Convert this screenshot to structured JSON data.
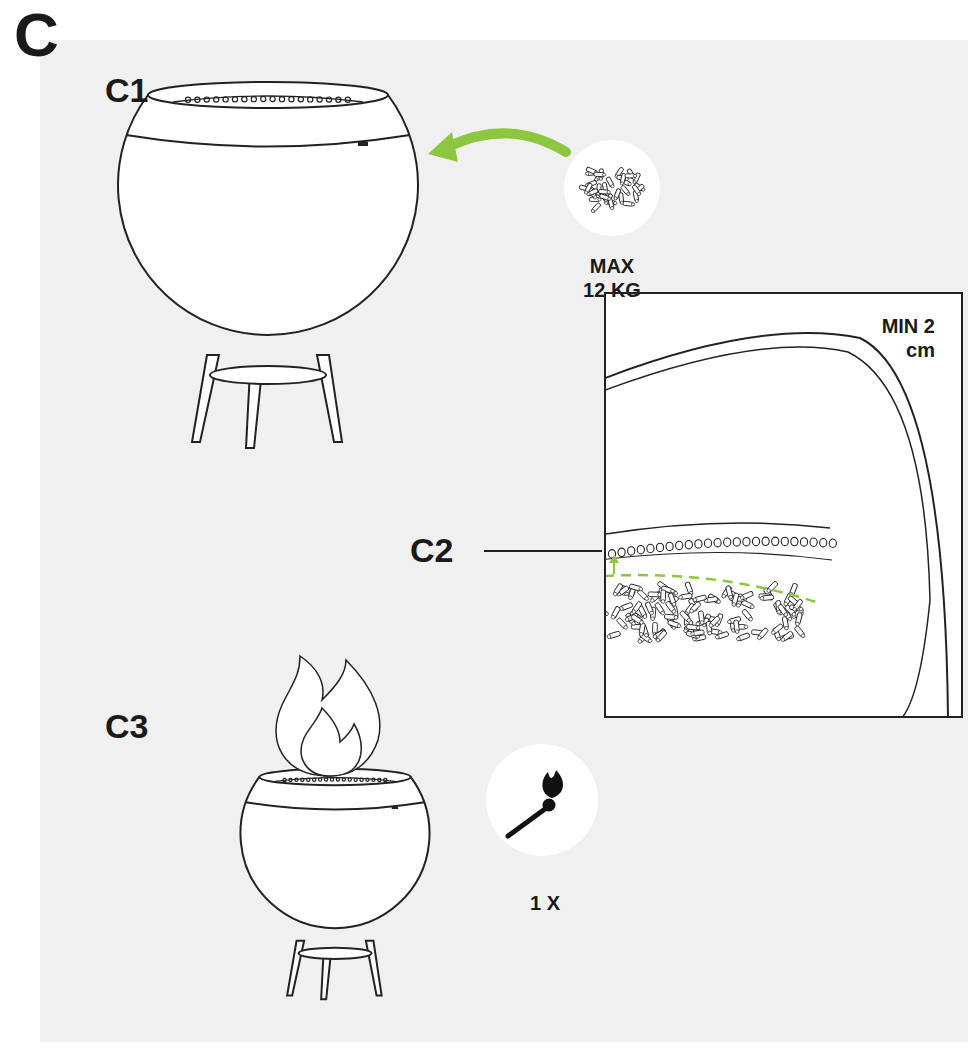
{
  "diagram": {
    "nodes": [
      {
        "text": [
          "MIN 2 cm"
        ]
      }
    ],
    "labels": [
      "C",
      "C1",
      "MAX 12 KG",
      "C2",
      "C3",
      "1 X"
    ]
  }
}
